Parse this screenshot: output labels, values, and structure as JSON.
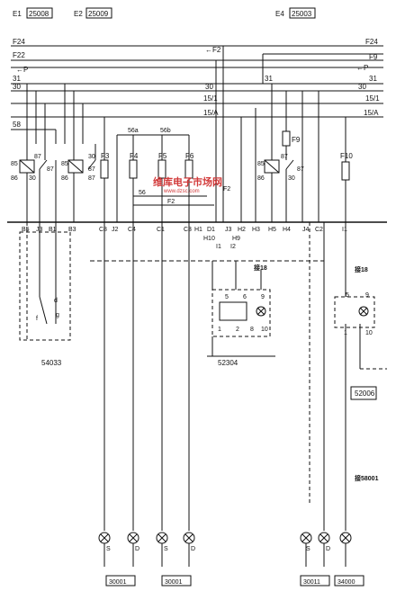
{
  "header": {
    "e1": "E1",
    "e1_code": "25008",
    "e2": "E2",
    "e2_code": "25009",
    "e4": "E4",
    "e4_code": "25003"
  },
  "bus_labels": {
    "f24_left": "F24",
    "f24_right": "F24",
    "f2_arrow": "←F2",
    "f22": "F22",
    "p_left": "←P",
    "f9": "F9",
    "p_right": "←P",
    "b31_left": "31",
    "b31_right": "31",
    "b31_relay": "31",
    "b30_left": "30",
    "b30_mid": "30",
    "b30_right": "30",
    "b15_1": "15/1",
    "b15_1r": "15/1",
    "b15_a": "15/A",
    "b15_ar": "15/A",
    "b58": "58"
  },
  "relay_left": {
    "p85": "85",
    "p86": "86",
    "p30": "30",
    "p87": "87",
    "p87b": "87"
  },
  "relay_mid": {
    "p85": "85",
    "p86": "86",
    "p30": "30",
    "p87": "87",
    "p87b": "87"
  },
  "relay_right": {
    "p85": "85",
    "p86": "86",
    "p30": "30",
    "p87": "87",
    "p87b": "87"
  },
  "fuses": {
    "f3": "F3",
    "f4": "F4",
    "f5": "F5",
    "f6": "F6",
    "f9": "F9",
    "f10": "F10"
  },
  "wire_labels": {
    "w56a": "56a",
    "w56b": "56b",
    "w56": "56",
    "w_f2": "F2",
    "w_f2v": "F2"
  },
  "connector_pins": {
    "b5": "B5",
    "j3": "J3",
    "b1": "B1",
    "b3": "B3",
    "c8": "C8",
    "j2": "J2",
    "c4": "C4",
    "c1": "C1",
    "c3": "C3",
    "h1": "H1",
    "d1": "D1",
    "j3b": "J3",
    "h2": "H2",
    "h3": "H3",
    "h5": "H5",
    "h4": "H4",
    "j4": "J4",
    "c2": "C2",
    "i1": "I1",
    "h10": "H10",
    "h9": "H9",
    "i1b": "I1",
    "i2": "I2"
  },
  "components": {
    "switch_left": "54033",
    "switch_mid": "52304",
    "right_module": "52006",
    "sw_d": "d",
    "sw_f": "f",
    "sw_g": "g"
  },
  "switch_pins": {
    "m5": "5",
    "m6": "6",
    "m9": "9",
    "m1": "1",
    "m2": "2",
    "m8": "8",
    "m10": "10",
    "r5": "5",
    "r9": "9",
    "r1": "1",
    "r10": "10"
  },
  "connect_labels": {
    "jie18a": "接18",
    "jie18b": "接18",
    "jie58001": "接58001"
  },
  "lamps": {
    "l1": "S",
    "l2": "D",
    "l3": "S",
    "l4": "D",
    "l5": "S",
    "l6": "D"
  },
  "ground_boxes": {
    "g1": "30001",
    "g2": "30001",
    "g3": "30011",
    "g4": "34000"
  },
  "watermark": {
    "text": "维库电子市场网",
    "url": "www.dzsc.com"
  }
}
